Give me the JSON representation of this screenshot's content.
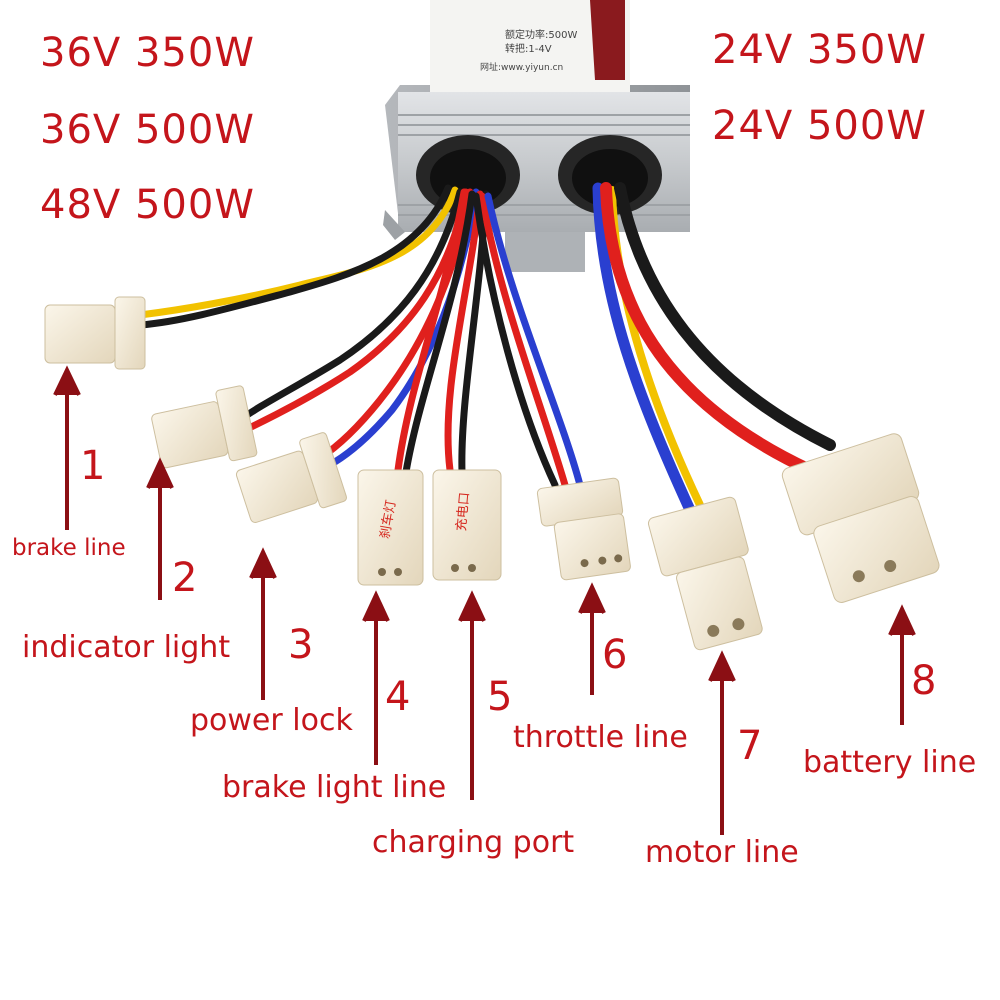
{
  "specs": {
    "left": [
      "36V 350W",
      "36V 500W",
      "48V 500W"
    ],
    "right": [
      "24V 350W",
      "24V 500W"
    ]
  },
  "connectors": [
    {
      "number": "1",
      "label": "brake line"
    },
    {
      "number": "2",
      "label": "indicator light"
    },
    {
      "number": "3",
      "label": "power lock"
    },
    {
      "number": "4",
      "label": "brake light line"
    },
    {
      "number": "5",
      "label": "charging port"
    },
    {
      "number": "6",
      "label": "throttle line"
    },
    {
      "number": "7",
      "label": "motor line"
    },
    {
      "number": "8",
      "label": "battery line"
    }
  ],
  "controller_label": {
    "line1": "额定功率:500W",
    "line2": "转把:1-4V",
    "line3": "网址:www.yiyun.cn",
    "tag4": "刹车灯",
    "tag4_en": "Brake light",
    "tag5": "充电口",
    "tag5_en": "Charging port"
  },
  "colors": {
    "text_red": "#c4151b",
    "wire_red": "#e0201d",
    "wire_black": "#1a1a1a",
    "wire_blue": "#2a3fd0",
    "wire_yellow": "#f2c200",
    "connector": "#f3ead6",
    "housing": "#c9ccd0"
  }
}
